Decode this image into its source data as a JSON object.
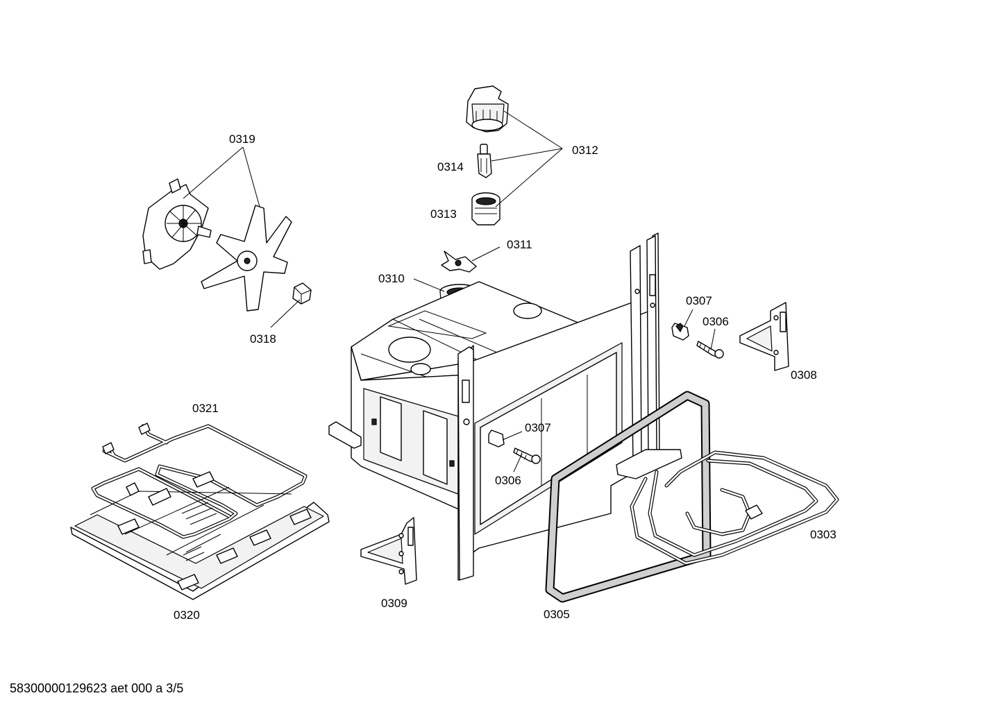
{
  "labels": {
    "p0303": "0303",
    "p0305": "0305",
    "p0306a": "0306",
    "p0306b": "0306",
    "p0307a": "0307",
    "p0307b": "0307",
    "p0308": "0308",
    "p0309": "0309",
    "p0310": "0310",
    "p0311": "0311",
    "p0312": "0312",
    "p0313": "0313",
    "p0314": "0314",
    "p0318": "0318",
    "p0319": "0319",
    "p0320": "0320",
    "p0321": "0321"
  },
  "footer": "58300000129623 aet 000 a 3/5"
}
